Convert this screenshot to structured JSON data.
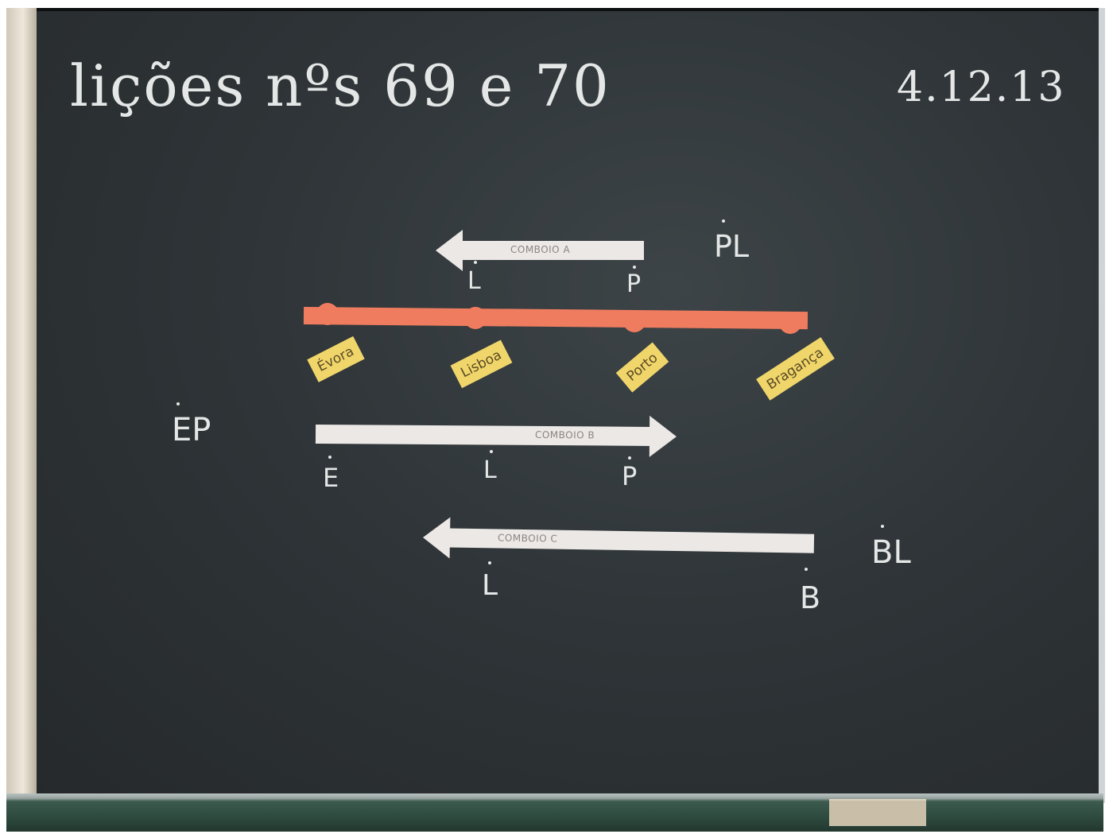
{
  "title": "lições nºs 69 e 70",
  "date": "4.12.13",
  "trains": {
    "a": {
      "label": "COMBOIO A",
      "direction": "left",
      "stops": [
        "L",
        "P"
      ],
      "annotation": "PL"
    },
    "b": {
      "label": "COMBOIO B",
      "direction": "right",
      "stops": [
        "E",
        "L",
        "P"
      ],
      "annotation": "EP"
    },
    "c": {
      "label": "COMBOIO C",
      "direction": "left",
      "stops": [
        "L",
        "B"
      ],
      "annotation": "BL"
    }
  },
  "stations": [
    "Évora",
    "Lisboa",
    "Porto",
    "Bragança"
  ],
  "colors": {
    "board": "#2f3538",
    "rail_line": "#f07c60",
    "station_tag": "#f0d66a",
    "arrow": "#ece8e6",
    "chalk": "#e4e7e6"
  }
}
